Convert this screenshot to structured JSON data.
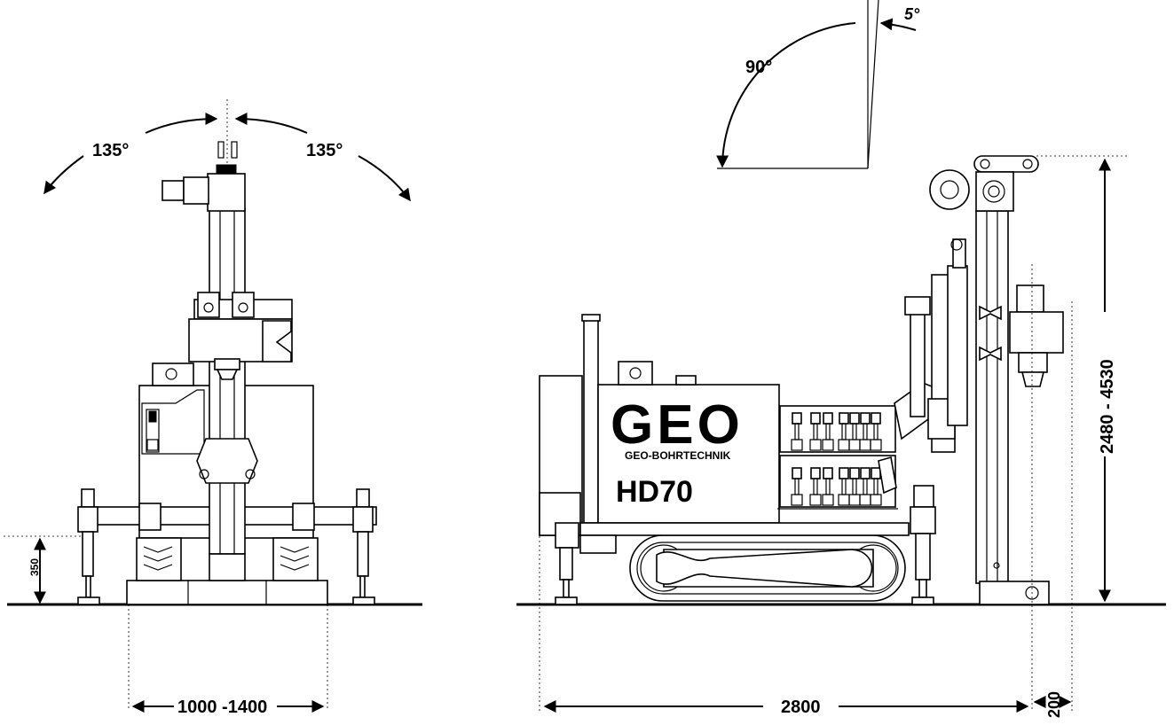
{
  "brand": {
    "logo_text": "GEO",
    "sub_text": "GEO-BOHRTECHNIK",
    "model": "HD70"
  },
  "dimensions": {
    "left_angle": "135°",
    "right_angle": "135°",
    "tilt_back_angle": "90°",
    "tilt_forward_angle": "5°",
    "outrigger_height": "350",
    "track_width": "1000 -1400",
    "length": "2800",
    "mast_offset": "200",
    "height": "2480 - 4530"
  },
  "colors": {
    "line": "#000000",
    "background": "#ffffff"
  }
}
